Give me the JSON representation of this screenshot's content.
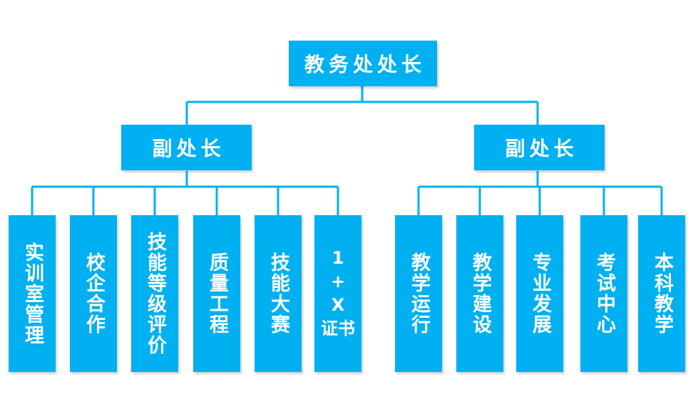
{
  "diagram": {
    "line_color": "#00B0F0",
    "box_color": "#00B0F0",
    "text_color": "#FFFFFF",
    "root": "教务处处长",
    "deputies": [
      {
        "label": "副处长",
        "children": [
          "实训室管理",
          "校企合作",
          "技能等级评价",
          "质量工程",
          "技能大赛",
          "1\n+\nX\n证书"
        ]
      },
      {
        "label": "副处长",
        "children": [
          "教学运行",
          "教学建设",
          "专业发展",
          "考试中心",
          "本科教学"
        ]
      }
    ]
  }
}
